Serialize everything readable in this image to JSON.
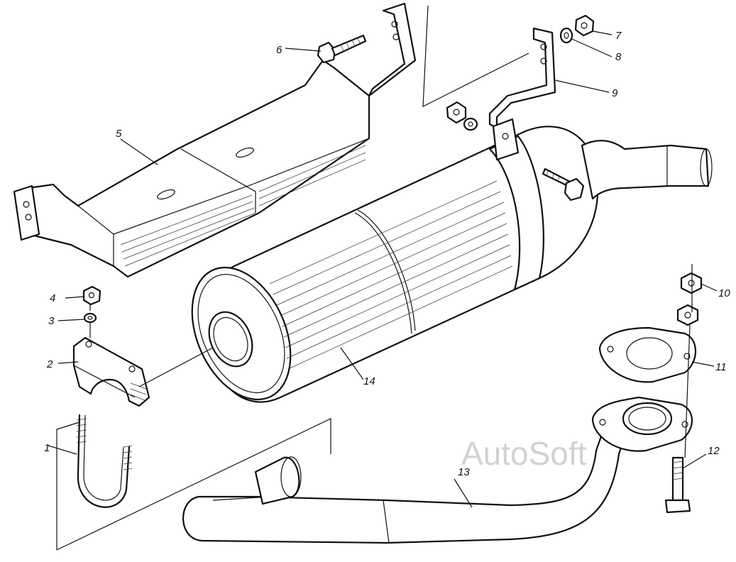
{
  "watermark": "AutoSoft",
  "callouts": [
    {
      "id": "1",
      "label": "1"
    },
    {
      "id": "2",
      "label": "2"
    },
    {
      "id": "3",
      "label": "3"
    },
    {
      "id": "4",
      "label": "4"
    },
    {
      "id": "5",
      "label": "5"
    },
    {
      "id": "6",
      "label": "6"
    },
    {
      "id": "7",
      "label": "7"
    },
    {
      "id": "8",
      "label": "8"
    },
    {
      "id": "9",
      "label": "9"
    },
    {
      "id": "10",
      "label": "10"
    },
    {
      "id": "11",
      "label": "11"
    },
    {
      "id": "12",
      "label": "12"
    },
    {
      "id": "13",
      "label": "13"
    },
    {
      "id": "14",
      "label": "14"
    }
  ]
}
